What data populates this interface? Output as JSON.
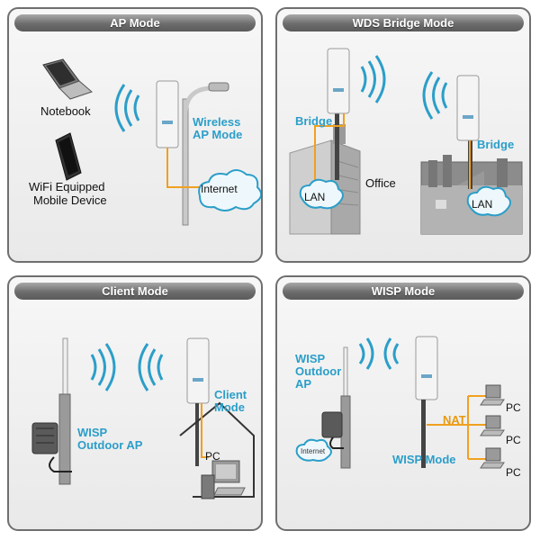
{
  "panels": {
    "ap": {
      "title": "AP Mode",
      "notebook": "Notebook",
      "mobile_line1": "WiFi Equipped",
      "mobile_line2": "Mobile Device",
      "mode_line1": "Wireless",
      "mode_line2": "AP Mode",
      "internet": "Internet"
    },
    "wds": {
      "title": "WDS Bridge Mode",
      "bridge_left": "Bridge",
      "bridge_right": "Bridge",
      "lan_left": "LAN",
      "lan_right": "LAN",
      "office": "Office"
    },
    "client": {
      "title": "Client Mode",
      "wisp_line1": "WISP",
      "wisp_line2": "Outdoor AP",
      "client_line1": "Client",
      "client_line2": "Mode",
      "pc": "PC"
    },
    "wisp": {
      "title": "WISP Mode",
      "ap_line1": "WISP",
      "ap_line2": "Outdoor",
      "ap_line3": "AP",
      "internet": "Internet",
      "nat": "NAT",
      "mode": "WISP Mode",
      "pcs": [
        "PC",
        "PC",
        "PC"
      ]
    }
  },
  "colors": {
    "accent_blue": "#2b9ec9",
    "cable_orange": "#f0a020",
    "header_gray": "#6d6d6d"
  }
}
